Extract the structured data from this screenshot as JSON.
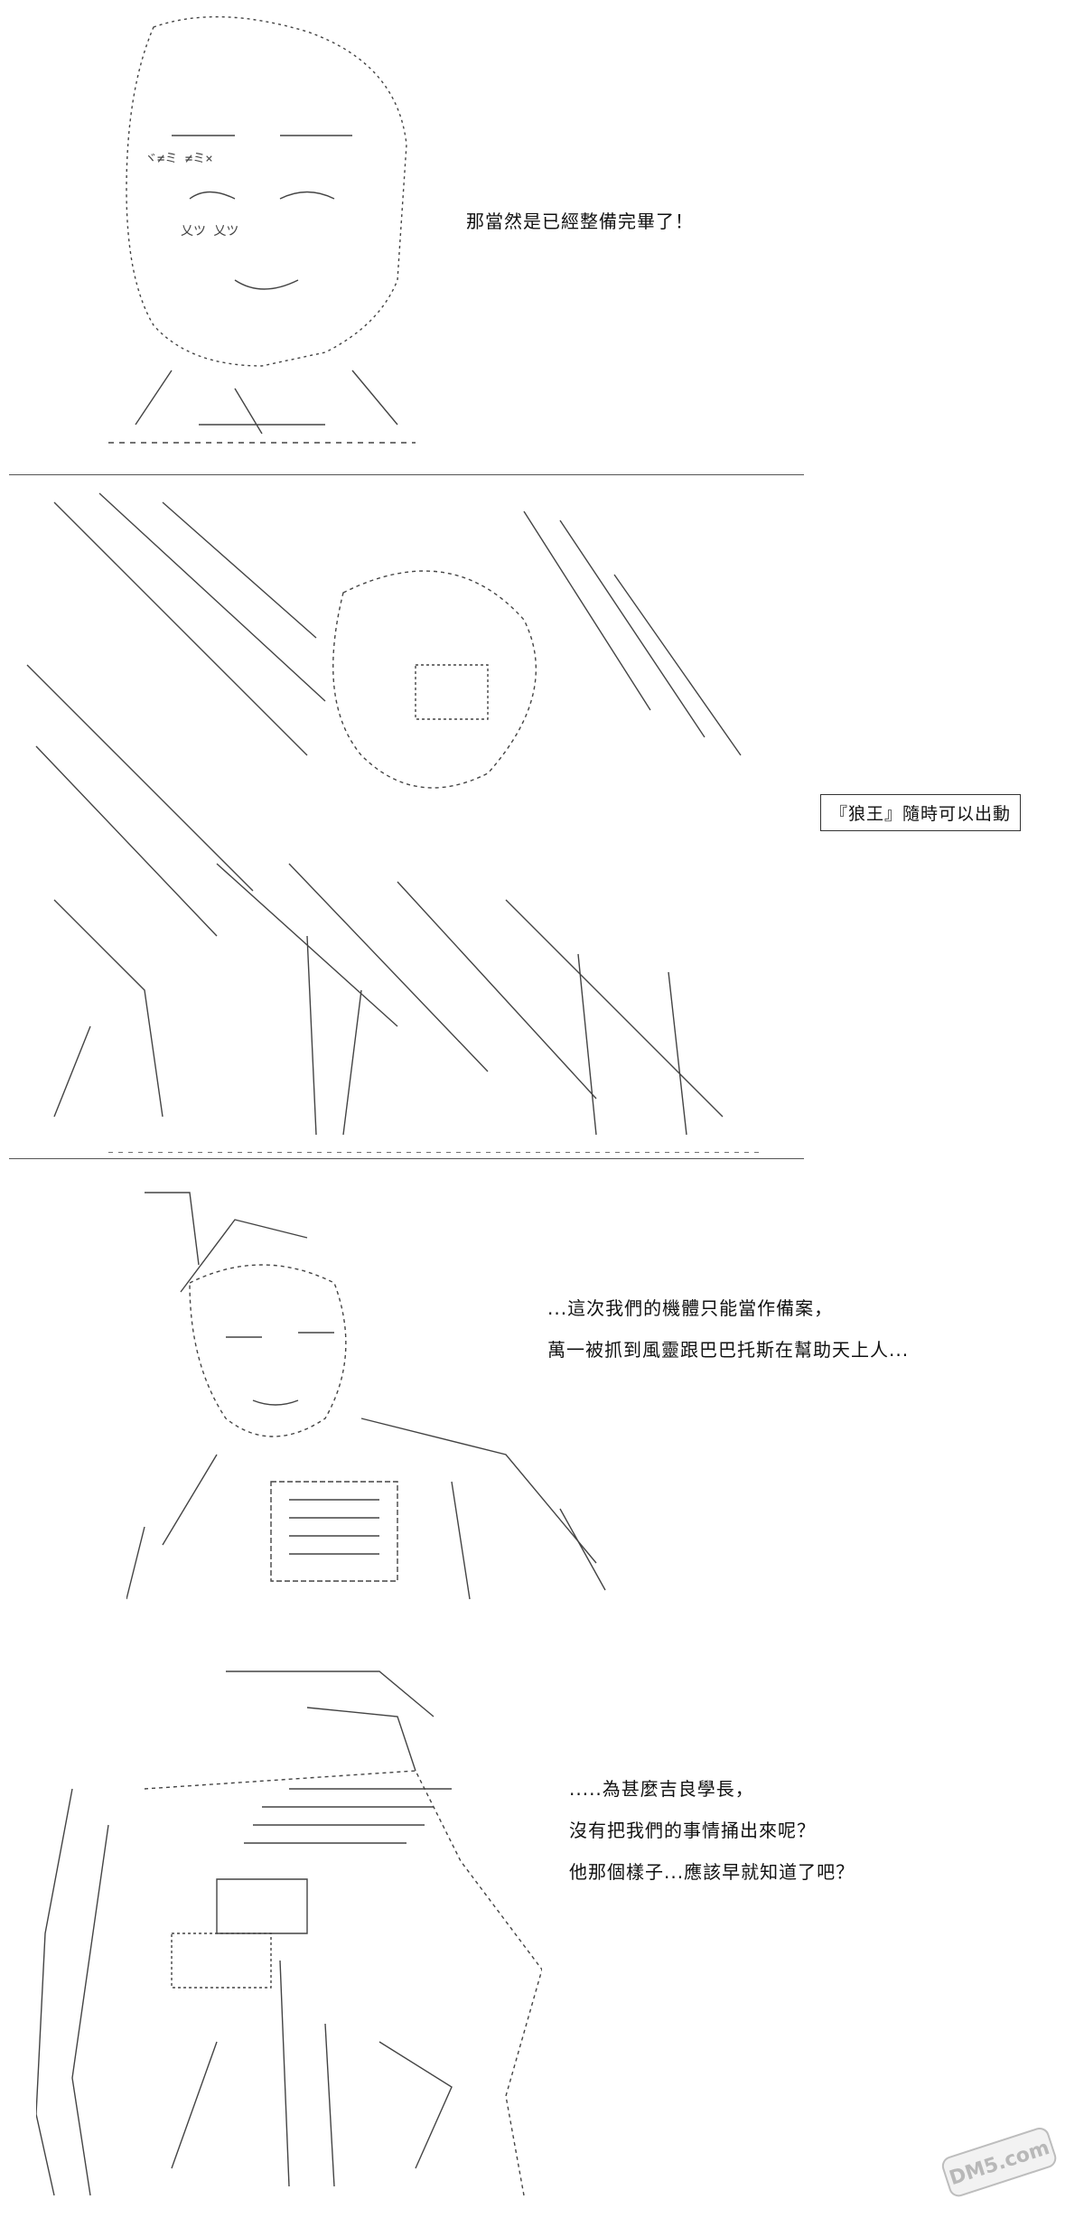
{
  "panels": [
    {
      "caption_lines": [
        "那當然是已經整備完畢了！"
      ]
    },
    {
      "boxed_caption": "『狼王』隨時可以出動"
    },
    {
      "caption_lines": [
        "...這次我們的機體只能當作備案，",
        "萬一被抓到風靈跟巴巴托斯在幫助天上人..."
      ]
    },
    {
      "caption_lines": [
        ".....為甚麼吉良學長，",
        "沒有把我們的事情捅出來呢？",
        "他那個樣子...應該早就知道了吧？"
      ]
    }
  ],
  "watermark": {
    "text": "DM5.com"
  }
}
